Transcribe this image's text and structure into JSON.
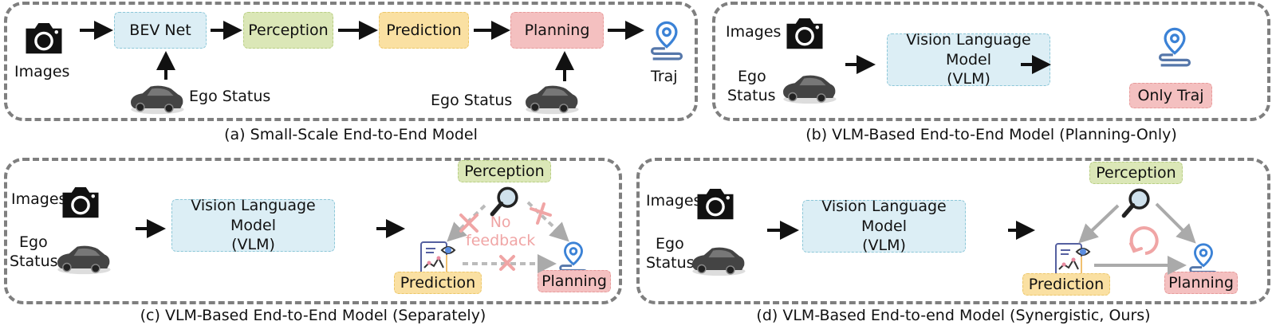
{
  "panels": {
    "a": {
      "caption": "(a) Small-Scale End-to-End Model",
      "images_label": "Images",
      "bev_net": "BEV Net",
      "perception": "Perception",
      "prediction": "Prediction",
      "planning": "Planning",
      "ego_status_1": "Ego Status",
      "ego_status_2": "Ego Status",
      "traj": "Traj"
    },
    "b": {
      "caption": "(b) VLM-Based End-to-End Model (Planning-Only)",
      "images_label": "Images",
      "ego_label": "Ego",
      "status_label": "Status",
      "vlm_line1": "Vision Language Model",
      "vlm_line2": "(VLM)",
      "only_traj": "Only Traj"
    },
    "c": {
      "caption": "(c) VLM-Based End-to-End Model (Separately)",
      "images_label": "Images",
      "ego_label": "Ego",
      "status_label": "Status",
      "vlm_line1": "Vision Language Model",
      "vlm_line2": "(VLM)",
      "perception": "Perception",
      "prediction": "Prediction",
      "planning": "Planning",
      "no_line1": "No",
      "no_line2": "feedback"
    },
    "d": {
      "caption": "(d) VLM-Based End-to-end Model (Synergistic, Ours)",
      "images_label": "Images",
      "ego_label": "Ego",
      "status_label": "Status",
      "vlm_line1": "Vision Language Model",
      "vlm_line2": "(VLM)",
      "perception": "Perception",
      "prediction": "Prediction",
      "planning": "Planning"
    }
  },
  "colors": {
    "blue_box": "#dceef5",
    "green_box": "#dbe7b7",
    "yellow_box": "#fae0a2",
    "red_box": "#f4c0c0",
    "traj_icon": "#3b82d6",
    "cross_mark": "#f0a5a5",
    "border": "#7f7f7f"
  },
  "icons": [
    "camera-icon",
    "car-icon",
    "location-pin-icon",
    "magnifier-icon",
    "prediction-chart-icon",
    "cycle-icon",
    "cross-icon"
  ]
}
